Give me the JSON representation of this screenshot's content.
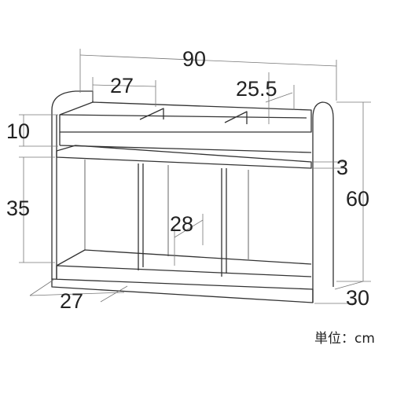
{
  "diagram": {
    "dimensions": {
      "width_total": "90",
      "tray_width": "27",
      "tray_depth": "25.5",
      "top_height": "10",
      "shelf_thickness": "3",
      "lower_height": "35",
      "total_height": "60",
      "cell_depth": "28",
      "side_depth": "27",
      "total_depth": "30"
    },
    "unit_label": "単位：cm",
    "line_color": "#333333",
    "dim_line_color": "#777777"
  }
}
